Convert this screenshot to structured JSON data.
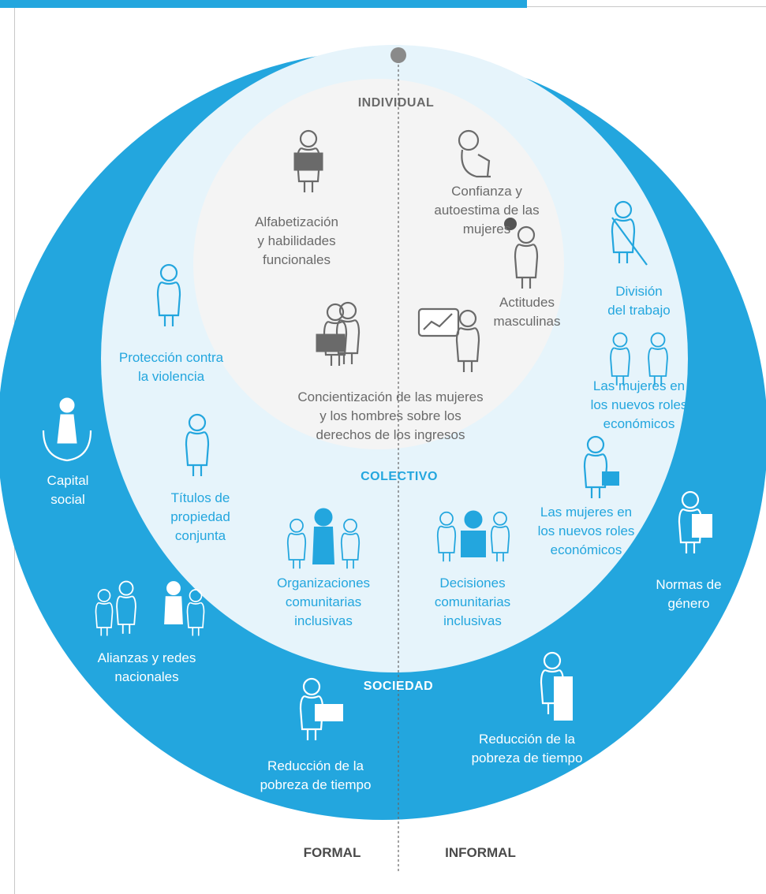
{
  "colors": {
    "accent": "#23a6de",
    "light": "#e6f4fb",
    "inner": "#f4f4f4",
    "grey_text": "#6a6a6a"
  },
  "rings": {
    "individual": "INDIVIDUAL",
    "colectivo": "COLECTIVO",
    "sociedad": "SOCIEDAD"
  },
  "axis": {
    "formal": "FORMAL",
    "informal": "INFORMAL"
  },
  "individual_items": {
    "alfabetizacion": "Alfabetización\ny habilidades\nfuncionales",
    "confianza": "Confianza y\nautoestima de las\nmujeres",
    "actitudes": "Actitudes\nmasculinas",
    "concientizacion": "Concientización de las mujeres\ny los hombres sobre los\nderechos de los ingresos"
  },
  "colectivo_items": {
    "proteccion": "Protección contra\nla violencia",
    "titulos": "Títulos de\npropiedad\nconjunta",
    "organizaciones": "Organizaciones\ncomunitarias\ninclusivas",
    "decisiones": "Decisiones\ncomunitarias\ninclusivas",
    "mujeres_roles_2": "Las mujeres en\nlos nuevos roles\neconómicos",
    "division": "División\ndel trabajo",
    "mujeres_roles_1": "Las mujeres en\nlos nuevos roles\neconómicos"
  },
  "sociedad_items": {
    "capital": "Capital\nsocial",
    "alianzas": "Alianzas y redes\nnacionales",
    "reduccion_formal": "Reducción de la\npobreza de tiempo",
    "normas": "Normas de\ngénero",
    "reduccion_informal": "Reducción de la\npobreza de tiempo"
  },
  "icons": {
    "reading-woman": "reading-woman-icon",
    "thinking-person": "thinking-person-icon",
    "exclamation-man": "exclamation-man-icon",
    "money-couple": "money-couple-icon",
    "chart-woman": "chart-presentation-icon",
    "violence-woman": "violence-woman-icon",
    "plant-woman": "plant-woman-icon",
    "community-group": "community-group-icon",
    "decision-group": "decision-group-icon",
    "briefcase-woman": "briefcase-woman-icon",
    "sweeping-woman": "sweeping-woman-icon",
    "handshake": "handshake-icon",
    "hands-woman": "hands-woman-icon",
    "alliance-group": "alliance-group-icon",
    "cash-woman": "cash-woman-icon",
    "gavel-woman": "gavel-woman-icon",
    "podium-woman": "podium-woman-icon"
  }
}
